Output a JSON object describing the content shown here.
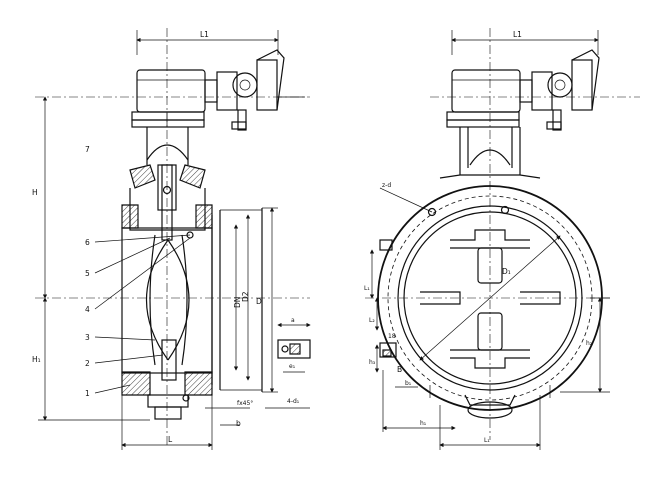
{
  "dimensions": {
    "l1_left": "L1",
    "l1_right": "L1",
    "h": "H",
    "h1": "H₁",
    "dn": "DN",
    "d2": "D2",
    "d": "D",
    "l": "L",
    "b": "b",
    "chamfer": "fx45°",
    "bolt_holes": "4-d₁",
    "a": "a",
    "e1": "e₁",
    "z_d": "z-d",
    "d1": "D₁",
    "l_subscript": "L₁",
    "l2": "L₂",
    "h3": "h₃",
    "angle": "18",
    "b_big": "B",
    "b1": "b₁",
    "h1_lower": "h₁",
    "h2": "h₂",
    "l1_lower": "L₁"
  },
  "part_numbers": [
    "7",
    "6",
    "5",
    "4",
    "3",
    "2",
    "1"
  ]
}
